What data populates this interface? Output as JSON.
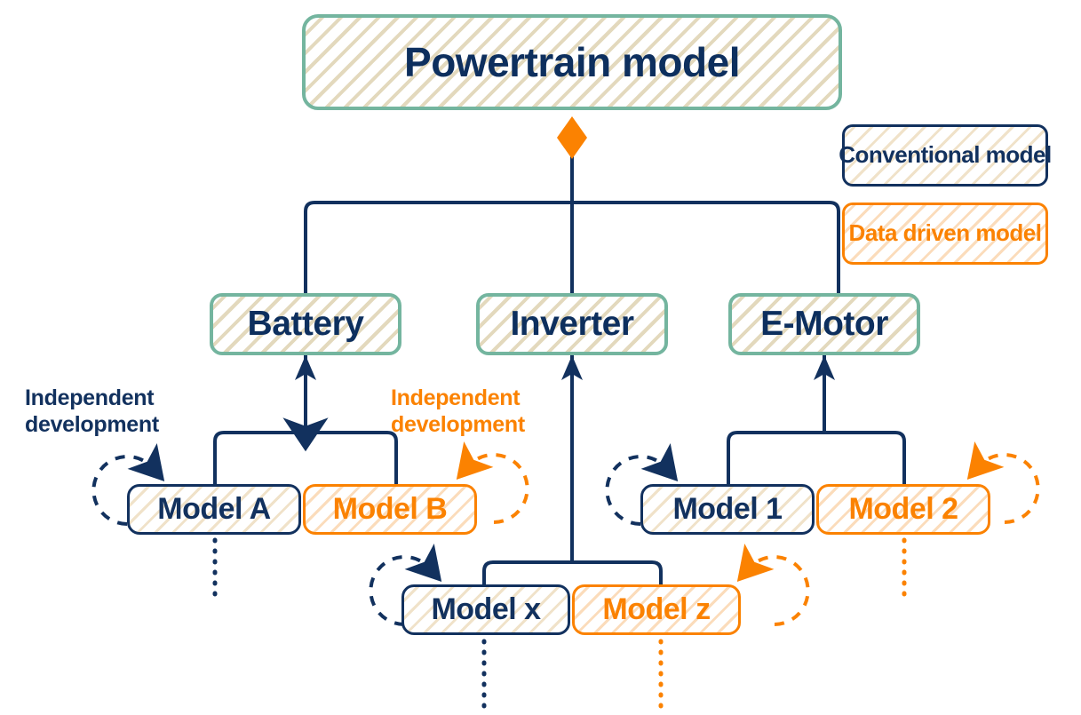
{
  "diagram": {
    "title_node": {
      "label": "Powertrain model"
    },
    "subsystems": [
      {
        "label": "Battery"
      },
      {
        "label": "Inverter"
      },
      {
        "label": "E-Motor"
      }
    ],
    "models": [
      {
        "label": "Model A",
        "kind": "conventional"
      },
      {
        "label": "Model B",
        "kind": "data-driven"
      },
      {
        "label": "Model 1",
        "kind": "conventional"
      },
      {
        "label": "Model 2",
        "kind": "data-driven"
      },
      {
        "label": "Model x",
        "kind": "conventional"
      },
      {
        "label": "Model z",
        "kind": "data-driven"
      }
    ],
    "annotations": [
      {
        "label": "Independent\ndevelopment",
        "kind": "conventional"
      },
      {
        "label": "Independent\ndevelopment",
        "kind": "data-driven"
      }
    ],
    "legend": {
      "conventional": {
        "label": "Conventional\nmodel"
      },
      "data_driven": {
        "label": "Data driven\nmodel"
      }
    },
    "colors": {
      "navy": "#12315e",
      "orange": "#fb8201",
      "teal": "#74b59f",
      "hatch_beige": "#e3d9bd",
      "hatch_orange": "#fbdcbb",
      "background": "#ffffff"
    },
    "connector_icons": {
      "composition": "filled-diamond",
      "aggregation_arrow": "filled-arrowhead-up",
      "iteration_loop": "dashed-circular-arrow"
    }
  }
}
